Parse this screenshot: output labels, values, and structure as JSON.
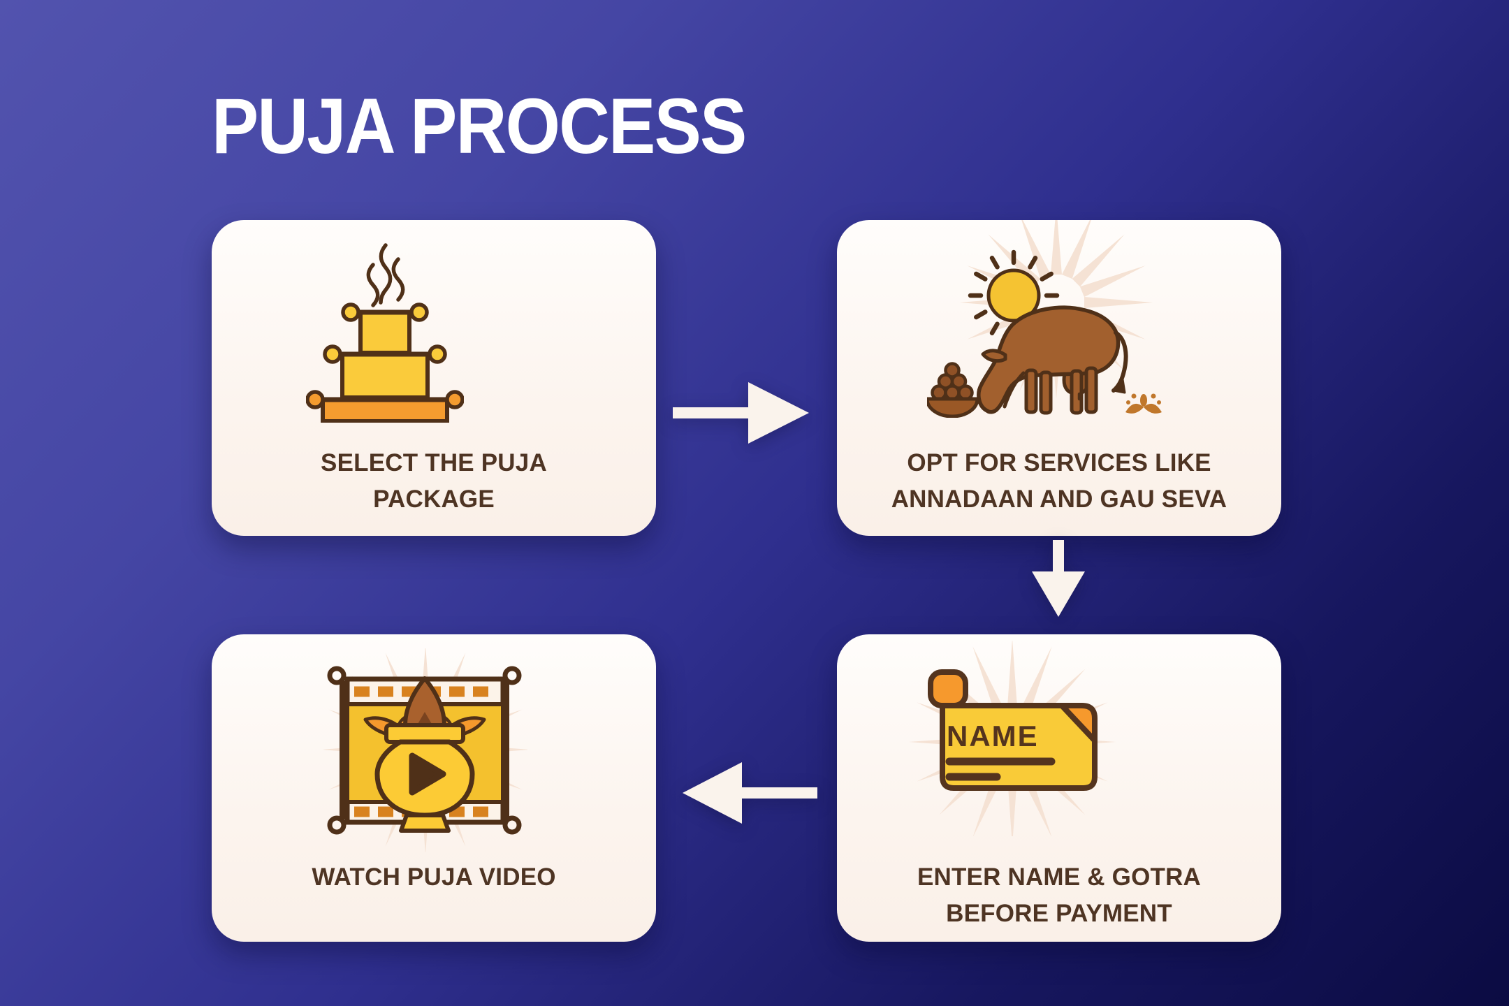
{
  "title": "PUJA PROCESS",
  "steps": [
    {
      "id": "select-package",
      "icon": "havan-altar-icon",
      "label_line1": "SELECT THE PUJA",
      "label_line2": "PACKAGE"
    },
    {
      "id": "opt-services",
      "icon": "grazing-cow-icon",
      "label_line1": "OPT FOR SERVICES LIKE",
      "label_line2": "ANNADAAN AND GAU SEVA"
    },
    {
      "id": "enter-name-gotra",
      "icon": "name-scroll-icon",
      "label_line1": "ENTER NAME & GOTRA",
      "label_line2": "BEFORE PAYMENT",
      "icon_text": "NAME"
    },
    {
      "id": "watch-puja-video",
      "icon": "puja-video-icon",
      "label_line1": "WATCH PUJA VIDEO"
    }
  ],
  "flow_arrows": [
    "right",
    "down",
    "left"
  ],
  "colors": {
    "background_top_left": "#5253AE",
    "background_bottom_right": "#0B0B42",
    "card_background": "#FCF4EE",
    "card_text": "#4E3423",
    "title_text": "#FFFFFF",
    "arrow": "#FAF3EC",
    "icon_outline": "#4F3018",
    "icon_yellow": "#FACB3B",
    "icon_orange": "#F59C2F",
    "cow_brown": "#A2602E",
    "sunburst_peach": "#F5E2D4"
  }
}
